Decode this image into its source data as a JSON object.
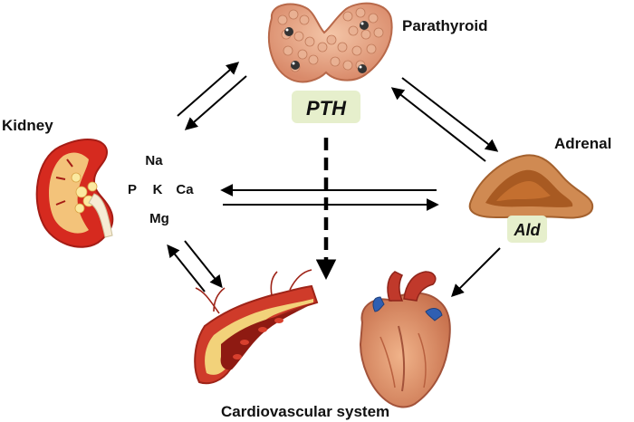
{
  "diagram": {
    "organs": {
      "parathyroid": "Parathyroid",
      "kidney": "Kidney",
      "adrenal": "Adrenal",
      "cardiovascular": "Cardiovascular system"
    },
    "hormones": {
      "parathyroid": "PTH",
      "adrenal": "Ald"
    },
    "ions": [
      "Na",
      "P",
      "K",
      "Ca",
      "Mg"
    ],
    "colors": {
      "hormone_badge": "#e6efcc",
      "kidney": "#d62a1f",
      "adrenal": "#d08a52",
      "parathyroid": "#e8a585",
      "heart": "#c0392b",
      "vessel": "#cf3b2a",
      "arrow": "#000000"
    },
    "icons": [
      "parathyroid-gland-icon",
      "kidney-icon",
      "adrenal-gland-icon",
      "blood-vessel-icon",
      "heart-icon"
    ]
  }
}
